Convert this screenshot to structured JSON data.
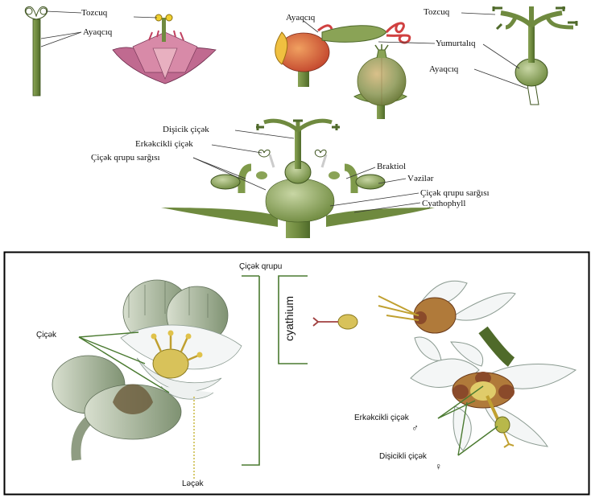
{
  "top_panel": {
    "labels": {
      "tozcuq_left": "Tozcuq",
      "ayaqciq_left": "Ayaqcıq",
      "ayaqciq_mid": "Ayaqcıq",
      "tozcuq_right": "Tozcuq",
      "yumurtaliq": "Yumurtalıq",
      "ayaqciq_right": "Ayaqcıq",
      "disicik_cicek": "Dişicik çiçək",
      "erkekcikli_cicek": "Erkəkcikli çiçək",
      "cicek_qrupu_sargisi_left": "Çiçək qrupu sarğısı",
      "braktiol": "Braktiol",
      "vezileri": "Vəzilər",
      "cicek_qrupu_sargisi_right": "Çiçək qrupu sarğısı",
      "cyathophyll": "Cyathophyll"
    }
  },
  "bottom_panel": {
    "labels": {
      "cicek_qrupu": "Çiçək qrupu",
      "cyathium": "cyathium",
      "cicek": "Çiçək",
      "lecek": "Ləçək",
      "erkekcikli_cicek": "Erkəkcikli çiçək",
      "male_symbol": "♂",
      "disicikli_cicek": "Dişicikli çiçək",
      "female_symbol": "♀"
    }
  },
  "colors": {
    "stem_green": "#6f8a3f",
    "stem_dark": "#4f6a2a",
    "petal_white": "#f4f6f6",
    "anther_yellow": "#e0c24a",
    "gland_brown": "#8a4a2a",
    "bract_gray_green": "#a9b79a",
    "frame": "#000000"
  }
}
